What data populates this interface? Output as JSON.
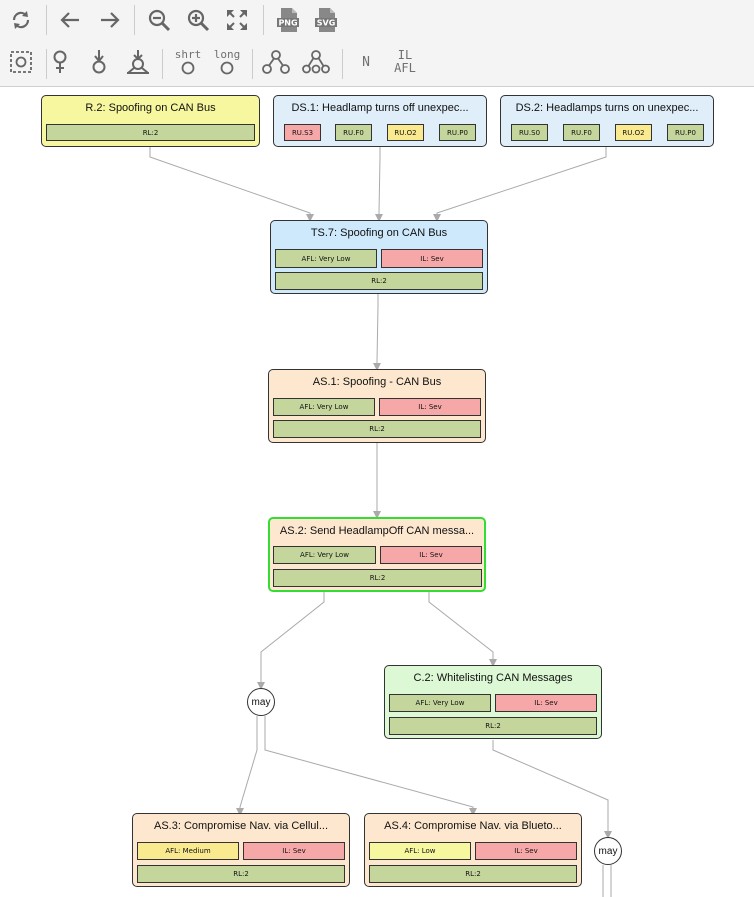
{
  "toolbar": {
    "row1": [
      {
        "name": "refresh-icon"
      },
      {
        "name": "back-arrow-icon"
      },
      {
        "name": "forward-arrow-icon"
      },
      {
        "name": "zoom-out-icon"
      },
      {
        "name": "zoom-in-icon"
      },
      {
        "name": "fit-screen-icon"
      },
      {
        "name": "png-export-icon",
        "label": "PNG"
      },
      {
        "name": "svg-export-icon",
        "label": "SVG"
      }
    ],
    "row2": {
      "short_label": "shrt",
      "long_label": "long",
      "n_label": "N",
      "il_label": "IL",
      "afl_label": "AFL"
    }
  },
  "nodes": {
    "r2": {
      "title": "R.2: Spoofing on CAN Bus",
      "rl": "RL:2"
    },
    "ds1": {
      "title": "DS.1: Headlamp turns off unexpec...",
      "cells": [
        "RU.S3",
        "RU.F0",
        "RU.O2",
        "RU.P0"
      ]
    },
    "ds2": {
      "title": "DS.2: Headlamps turns on unexpec...",
      "cells": [
        "RU.S0",
        "RU.F0",
        "RU.O2",
        "RU.P0"
      ]
    },
    "ts7": {
      "title": "TS.7: Spoofing on CAN Bus",
      "afl": "AFL: Very Low",
      "il": "IL: Sev",
      "rl": "RL:2"
    },
    "as1": {
      "title": "AS.1: Spoofing - CAN Bus",
      "afl": "AFL: Very Low",
      "il": "IL: Sev",
      "rl": "RL:2"
    },
    "as2": {
      "title": "AS.2: Send HeadlampOff CAN messa...",
      "afl": "AFL: Very Low",
      "il": "IL: Sev",
      "rl": "RL:2"
    },
    "c2": {
      "title": "C.2: Whitelisting CAN Messages",
      "afl": "AFL: Very Low",
      "il": "IL: Sev",
      "rl": "RL:2"
    },
    "as3": {
      "title": "AS.3: Compromise Nav. via Cellul...",
      "afl": "AFL: Medium",
      "il": "IL: Sev",
      "rl": "RL:2"
    },
    "as4": {
      "title": "AS.4: Compromise Nav. via Blueto...",
      "afl": "AFL: Low",
      "il": "IL: Sev",
      "rl": "RL:2"
    }
  },
  "may1": "may",
  "may2": "may"
}
